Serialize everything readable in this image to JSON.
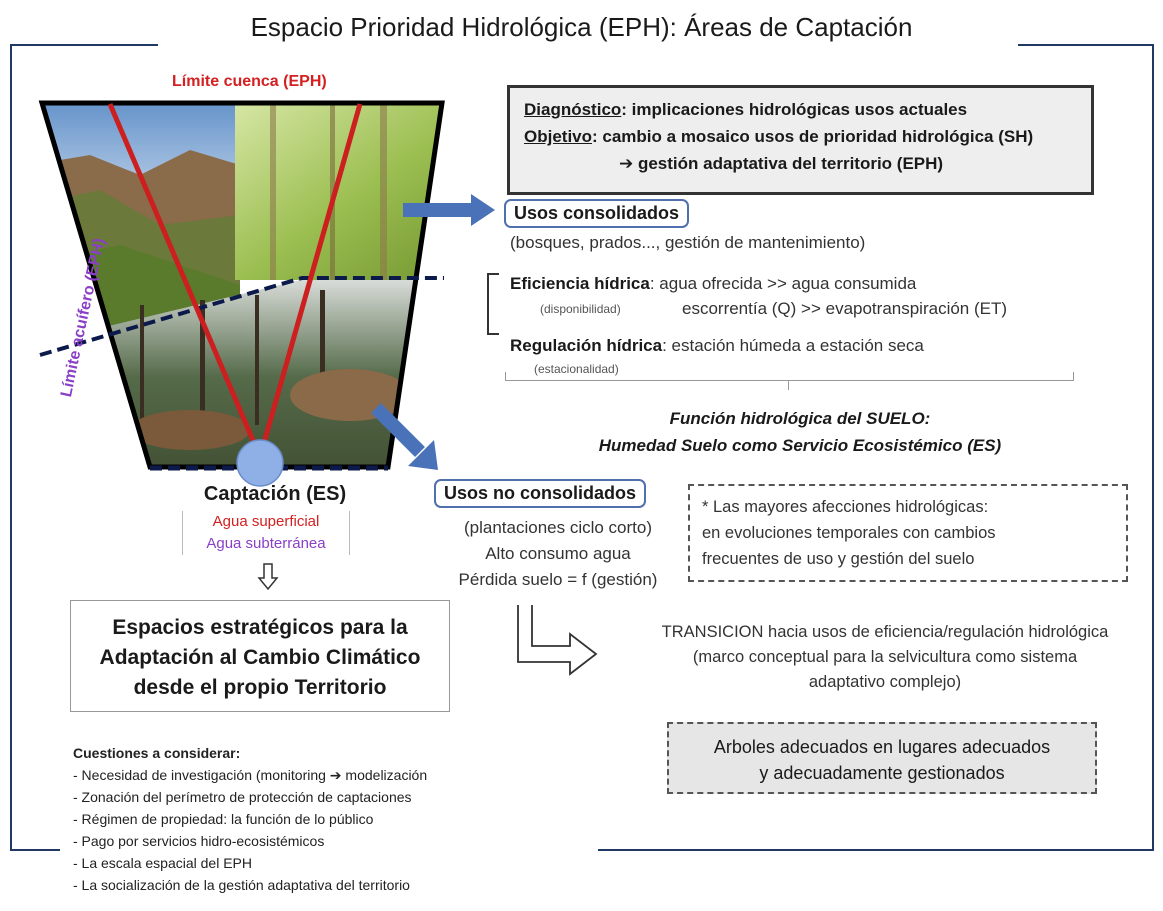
{
  "title": "Espacio Prioridad Hidrológica (EPH): Áreas de Captación",
  "limite_cuenca": "Límite cuenca (EPH)",
  "limite_acuifero": "Límite acuífero (EPH)",
  "diagnostico": {
    "line1_label": "Diagnóstico",
    "line1_text": ": implicaciones hidrológicas usos actuales",
    "line2_label": "Objetivo",
    "line2_text": ": cambio a mosaico usos de prioridad hidrológica (SH)",
    "line3": "➔ gestión adaptativa del territorio (EPH)"
  },
  "usos_consolidados": {
    "label": "Usos consolidados",
    "detail": "(bosques, prados..., gestión de mantenimiento)"
  },
  "eficiencia": {
    "label": "Eficiencia hídrica",
    "text1": ": agua ofrecida >> agua consumida",
    "sub": "(disponibilidad)",
    "text2": "escorrentía (Q) >> evapotranspiración (ET)"
  },
  "regulacion": {
    "label": "Regulación hídrica",
    "text": ": estación húmeda a estación seca",
    "sub": "(estacionalidad)"
  },
  "funcion": {
    "line1": "Función hidrológica del SUELO:",
    "line2": "Humedad Suelo como Servicio Ecosistémico (ES)"
  },
  "captacion": {
    "label": "Captación (ES)",
    "agua_superficial": "Agua superficial",
    "agua_subterranea": "Agua subterránea"
  },
  "usos_no_consolidados": {
    "label": "Usos no consolidados",
    "line1": "(plantaciones ciclo corto)",
    "line2": "Alto consumo agua",
    "line3": "Pérdida suelo = f (gestión)"
  },
  "nota": {
    "line1": "* Las mayores afecciones hidrológicas:",
    "line2": "en evoluciones temporales con cambios",
    "line3": "frecuentes de uso y gestión del suelo"
  },
  "espacios": {
    "line1": "Espacios estratégicos para la",
    "line2": "Adaptación al Cambio Climático",
    "line3": "desde el propio Territorio"
  },
  "transicion": {
    "line1": "TRANSICION hacia usos de eficiencia/regulación hidrológica",
    "line2": "(marco conceptual para la selvicultura como sistema",
    "line3": "adaptativo complejo)"
  },
  "arboles": {
    "line1": "Arboles adecuados en lugares adecuados",
    "line2": "y adecuadamente gestionados"
  },
  "cuestiones": {
    "heading": "Cuestiones a considerar:",
    "items": [
      "- Necesidad de investigación (monitoring ➔ modelización",
      "- Zonación del perímetro de protección de captaciones",
      "- Régimen de propiedad: la función de lo público",
      "- Pago por servicios hidro-ecosistémicos",
      "- La escala espacial del EPH",
      "- La socialización de la gestión adaptativa del territorio"
    ]
  },
  "colors": {
    "cuenca_red": "#d42020",
    "acuifero_purple": "#8a3fc7",
    "arrow_blue": "#4a72b8",
    "frame_navy": "#1f3864"
  }
}
